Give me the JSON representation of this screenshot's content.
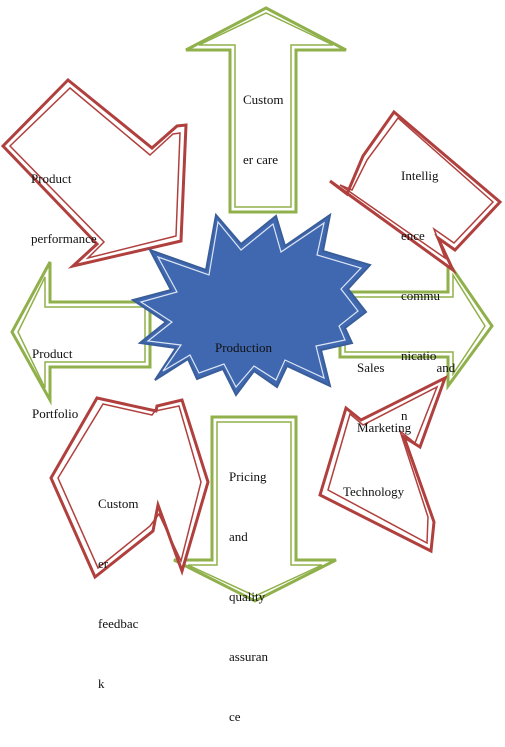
{
  "colors": {
    "green_stroke": "#8fb04a",
    "red_stroke": "#b0403e",
    "center_fill": "#4068b0",
    "center_stroke": "#3a5e9a",
    "background": "#ffffff",
    "text": "#111111"
  },
  "center": {
    "label": "Production"
  },
  "arrows": {
    "customer_care": {
      "line1": "Custom",
      "line2": "er care"
    },
    "intelligence": {
      "line1": "Intellig",
      "line2": "ence",
      "line3": "commu",
      "line4": "nicatio",
      "line5": "n"
    },
    "sales_marketing": {
      "line1": "Sales                and",
      "line2": "Marketing"
    },
    "technology": {
      "line1": "Technology"
    },
    "pricing": {
      "line1": "Pricing",
      "line2": "and",
      "line3": "quality",
      "line4": "assuran",
      "line5": "ce"
    },
    "customer_feedback": {
      "line1": "Custom",
      "line2": "er",
      "line3": "feedbac",
      "line4": "k"
    },
    "product_portfolio": {
      "line1": "Product",
      "line2": "Portfolio"
    },
    "product_performance": {
      "line1": "Product",
      "line2": "performance"
    }
  }
}
